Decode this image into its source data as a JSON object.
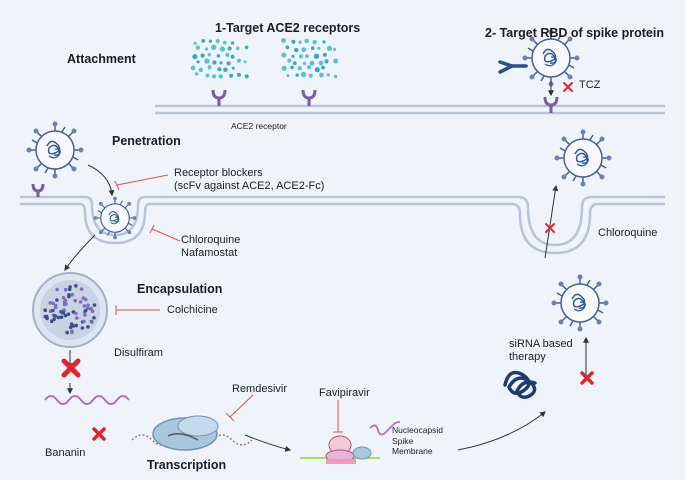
{
  "labels": {
    "target_ace2": "1-Target ACE2 receptors",
    "target_rbd": "2- Target RBD of spike protein",
    "attachment": "Attachment",
    "ace2_receptor": "ACE2 receptor",
    "tcz": "TCZ",
    "penetration": "Penetration",
    "receptor_blockers": "Receptor blockers\n(scFv against ACE2, ACE2-Fc)",
    "chloroquine_nafamostat": "Chloroquine\nNafamostat",
    "chloroquine_right": "Chloroquine",
    "encapsulation": "Encapsulation",
    "colchicine": "Colchicine",
    "disulfiram": "Disulfiram",
    "remdesivir": "Remdesivir",
    "favipiravir": "Favipiravir",
    "bananin": "Bananin",
    "transcription": "Transcription",
    "nucleocapsid_list": "Nucleocapsid\nSpike\nMembrane",
    "sirna": "siRNA based\ntherapy"
  },
  "colors": {
    "background": "#eef4fa",
    "membrane": "#b7c5d6",
    "virus_spike": "#4b5e9c",
    "virus_rna": "#2d5b9d",
    "receptor": "#7b5ca8",
    "inhibition": "#d9534f",
    "block_x": "#e0262d",
    "rna_strand": "#b070c8"
  }
}
